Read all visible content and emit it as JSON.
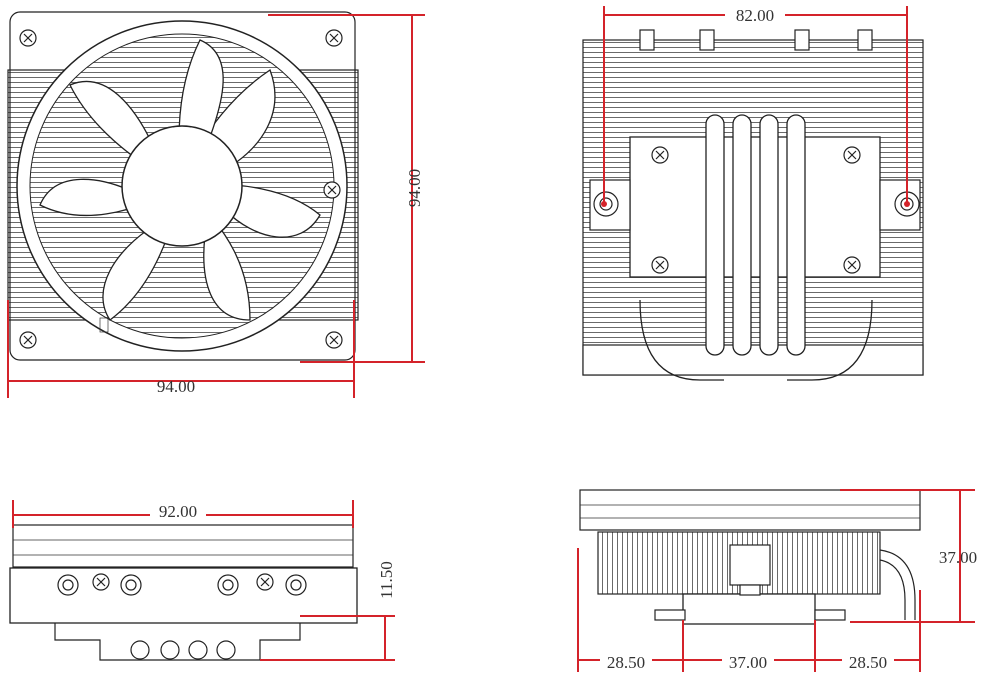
{
  "dimensions": {
    "front_height": "94.00",
    "front_width": "94.00",
    "top_mount_spacing": "82.00",
    "side_width": "92.00",
    "side_offset": "11.50",
    "side2_height": "37.00",
    "base_left": "28.50",
    "base_mid": "37.00",
    "base_right": "28.50"
  },
  "colors": {
    "dimension_line": "#d4232a",
    "drawing_line": "#222222"
  },
  "icons": [
    "screw-icon",
    "fan-hub-icon",
    "heatpipe-icon"
  ]
}
